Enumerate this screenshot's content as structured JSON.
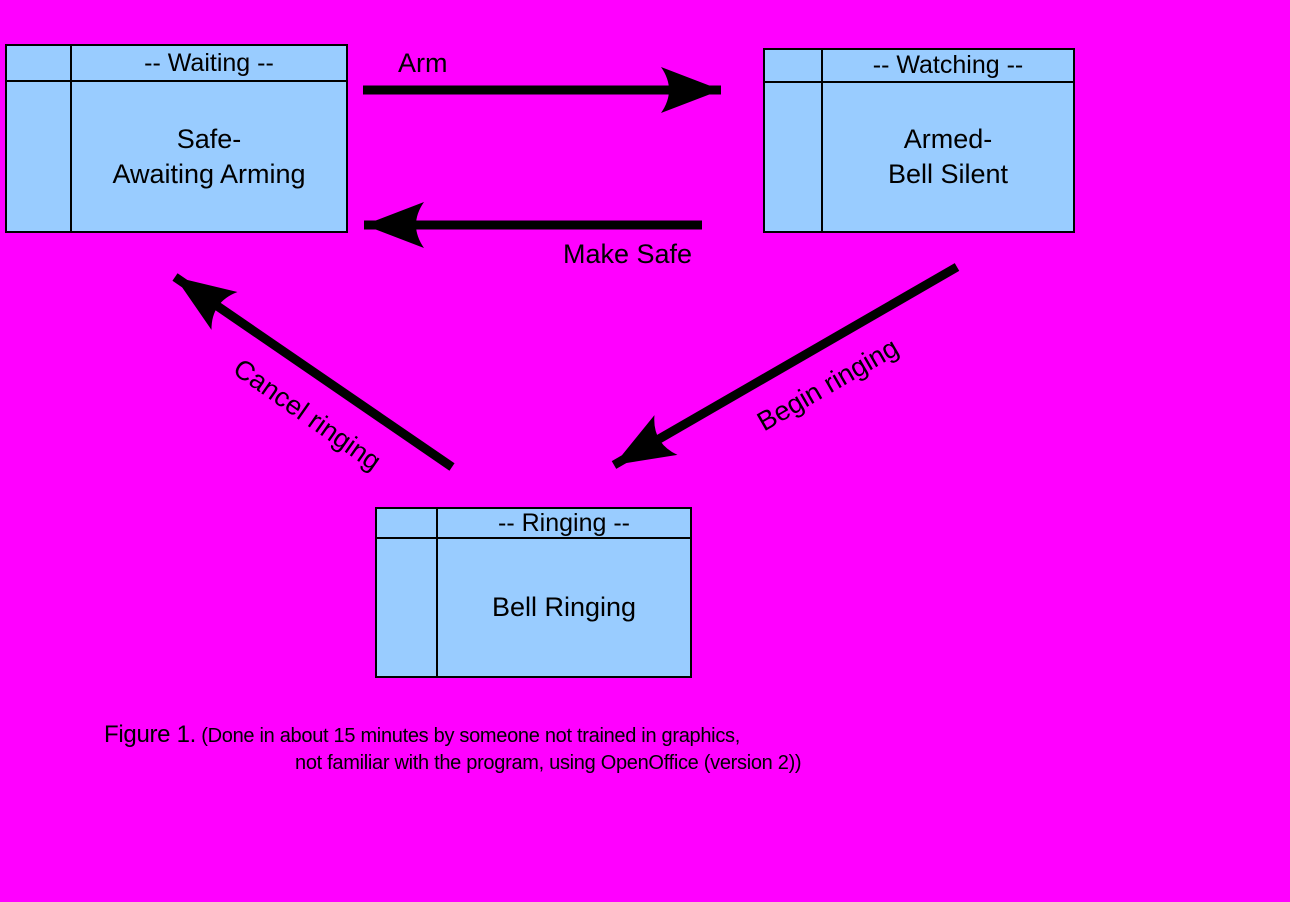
{
  "colors": {
    "background": "#FF00FF",
    "state_fill": "#99CCFF",
    "stroke": "#000000"
  },
  "states": [
    {
      "header": "-- Waiting --",
      "body": "Safe-\nAwaiting Arming"
    },
    {
      "header": "-- Watching --",
      "body": "Armed-\nBell Silent"
    },
    {
      "header": "-- Ringing --",
      "body": "Bell Ringing"
    }
  ],
  "transitions": [
    {
      "label": "Arm",
      "from": "Waiting",
      "to": "Watching"
    },
    {
      "label": "Make Safe",
      "from": "Watching",
      "to": "Waiting"
    },
    {
      "label": "Begin ringing",
      "from": "Watching",
      "to": "Ringing"
    },
    {
      "label": "Cancel ringing",
      "from": "Ringing",
      "to": "Waiting"
    }
  ],
  "caption": {
    "figure_label": "Figure 1.",
    "note_line1": "(Done in about 15 minutes by someone not trained in graphics,",
    "note_line2": "not familiar with the program, using OpenOffice (version 2))"
  }
}
